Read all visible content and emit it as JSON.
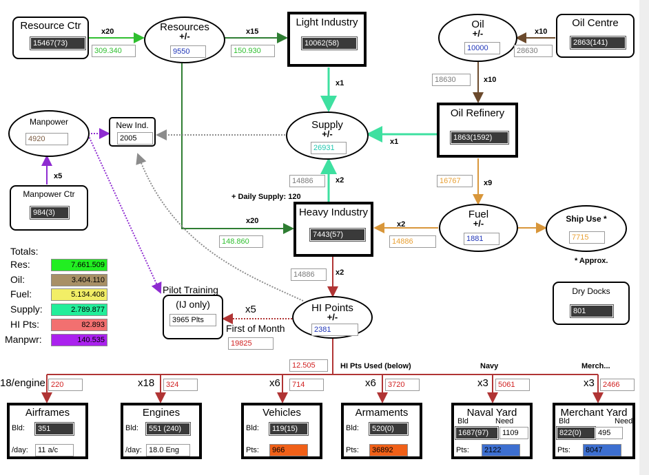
{
  "nodes": {
    "resource_ctr": {
      "title": "Resource Ctr",
      "value": "15467(73)"
    },
    "resources": {
      "title": "Resources",
      "sub": "+/-",
      "value": "9550"
    },
    "light_industry": {
      "title": "Light Industry",
      "value": "10062(58)"
    },
    "oil": {
      "title": "Oil",
      "sub": "+/-",
      "value": "10000"
    },
    "oil_centre": {
      "title": "Oil Centre",
      "value": "2863(141)"
    },
    "manpower": {
      "title": "Manpower",
      "value": "4920"
    },
    "new_ind": {
      "title": "New Ind.",
      "value": "2005"
    },
    "supply": {
      "title": "Supply",
      "sub": "+/-",
      "value": "26931"
    },
    "oil_refinery": {
      "title": "Oil Refinery",
      "value": "1863(1592)"
    },
    "manpower_ctr": {
      "title": "Manpower Ctr",
      "value": "984(3)"
    },
    "heavy_industry": {
      "title": "Heavy Industry",
      "value": "7443(57)"
    },
    "fuel": {
      "title": "Fuel",
      "sub": "+/-",
      "value": "1881"
    },
    "ship_use": {
      "title": "Ship Use *",
      "value": "7715"
    },
    "pilot_training": {
      "title": "Pilot Training",
      "title2": "(IJ only)",
      "value": "3965 Plts"
    },
    "hi_points": {
      "title": "HI Points",
      "sub": "+/-",
      "value": "2381"
    },
    "dry_docks": {
      "title": "Dry Docks",
      "value": "801"
    }
  },
  "flows": {
    "res_ctr_to_res": {
      "mult": "x20",
      "value": "309.340"
    },
    "res_to_li": {
      "mult": "x15",
      "value": "150.930"
    },
    "oil_centre_to_oil": {
      "mult": "x10",
      "value": "28630"
    },
    "oil_to_refinery": {
      "mult": "x10",
      "value": "18630"
    },
    "li_to_supply": {
      "mult": "x1"
    },
    "refinery_to_supply": {
      "mult": "x1"
    },
    "manpower_ctr_to_manpower": {
      "mult": "x5"
    },
    "hi_to_supply": {
      "mult": "x2",
      "value": "14886"
    },
    "refinery_to_fuel": {
      "mult": "x9",
      "value": "16767"
    },
    "res_to_hi": {
      "mult": "x20",
      "value": "148.860"
    },
    "fuel_to_hi": {
      "mult": "x2",
      "value": "14886"
    },
    "hi_to_points": {
      "mult": "x2",
      "value": "14886"
    },
    "points_to_pilot": {
      "mult": "x5"
    }
  },
  "notes": {
    "daily_supply": "+ Daily Supply: 120",
    "approx": "* Approx.",
    "first_of_month": "First of Month",
    "first_of_month_value": "19825",
    "hi_used_value": "12.505",
    "hi_used_label": "HI Pts Used (below)",
    "navy": "Navy",
    "merch": "Merch..."
  },
  "totals": {
    "heading": "Totals:",
    "rows": [
      {
        "label": "Res:",
        "value": "7.661.509",
        "color": "#22ee22"
      },
      {
        "label": "Oil:",
        "value": "3.404.110",
        "color": "#a89066"
      },
      {
        "label": "Fuel:",
        "value": "5.134.408",
        "color": "#f2ee66"
      },
      {
        "label": "Supply:",
        "value": "2.789.877",
        "color": "#22ee9a"
      },
      {
        "label": "HI Pts:",
        "value": "82.893",
        "color": "#f27070"
      },
      {
        "label": "Manpwr:",
        "value": "140.535",
        "color": "#aa22ee"
      }
    ]
  },
  "production": [
    {
      "mult": "18/engine",
      "cost": "220",
      "title": "Airframes",
      "lab1": "Bld:",
      "val1": "351",
      "lab2": "/day:",
      "val2": "11 a/c"
    },
    {
      "mult": "x18",
      "cost": "324",
      "title": "Engines",
      "lab1": "Bld:",
      "val1": "551 (240)",
      "lab2": "/day:",
      "val2": "18.0 Eng"
    },
    {
      "mult": "x6",
      "cost": "714",
      "title": "Vehicles",
      "lab1": "Bld:",
      "val1": "119(15)",
      "lab2": "Pts:",
      "val2": "966"
    },
    {
      "mult": "x6",
      "cost": "3720",
      "title": "Armaments",
      "lab1": "Bld:",
      "val1": "520(0)",
      "lab2": "Pts:",
      "val2": "36892"
    },
    {
      "mult": "x3",
      "cost": "5061",
      "title": "Naval Yard",
      "colA": "Bld",
      "colB": "Need",
      "val1": "1687(97)",
      "need": "1109",
      "lab2": "Pts:",
      "val2": "2122"
    },
    {
      "mult": "x3",
      "cost": "2466",
      "title": "Merchant Yard",
      "colA": "Bld",
      "colB": "Need",
      "val1": "822(0)",
      "need": "495",
      "lab2": "Pts:",
      "val2": "8047"
    }
  ],
  "colors": {
    "resource": "#2fbf2f",
    "res_line": "#2e7d32",
    "oil": "#6b4a2c",
    "fuel": "#d8963a",
    "supply": "#3ee0a0",
    "hi": "#b03434",
    "manpower": "#8e2bd0",
    "gray": "#8c8c8c",
    "orange_fill": "#f06018",
    "blue_fill": "#3d6fd0"
  }
}
